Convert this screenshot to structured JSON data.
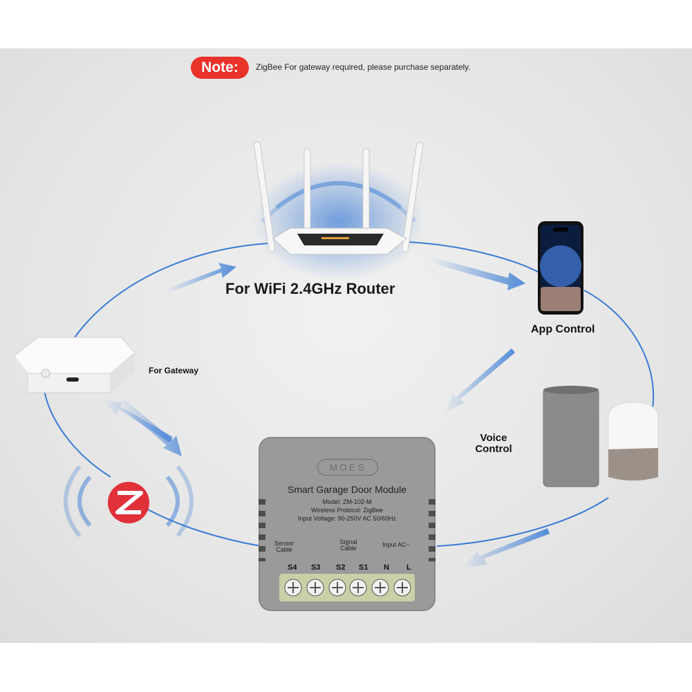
{
  "note": {
    "badge": "Note:",
    "text": "ZigBee For gateway required, please purchase separately."
  },
  "router": {
    "label": "For WiFi 2.4GHz Router"
  },
  "phone": {
    "label": "App Control"
  },
  "gateway": {
    "label": "For Gateway"
  },
  "speakers": {
    "label_line1": "Voice",
    "label_line2": "Control"
  },
  "module": {
    "brand": "MOES",
    "title": "Smart Garage Door Module",
    "model": "Model: ZM-102-M",
    "protocol": "Wireless Protocol: ZigBee",
    "voltage": "Input Voltage: 90-250V AC 50/60Hz",
    "sensor_cable_1": "Sensor",
    "sensor_cable_2": "Cable",
    "signal_cable_1": "Signal",
    "signal_cable_2": "Cable",
    "input_ac": "Input AC~",
    "terminals": [
      "S4",
      "S3",
      "S2",
      "S1",
      "N",
      "L"
    ]
  },
  "colors": {
    "accent": "#3a7bd5",
    "note_red": "#e8322a",
    "zigbee_red": "#e0303a",
    "module_grey": "#9a9a9a"
  }
}
